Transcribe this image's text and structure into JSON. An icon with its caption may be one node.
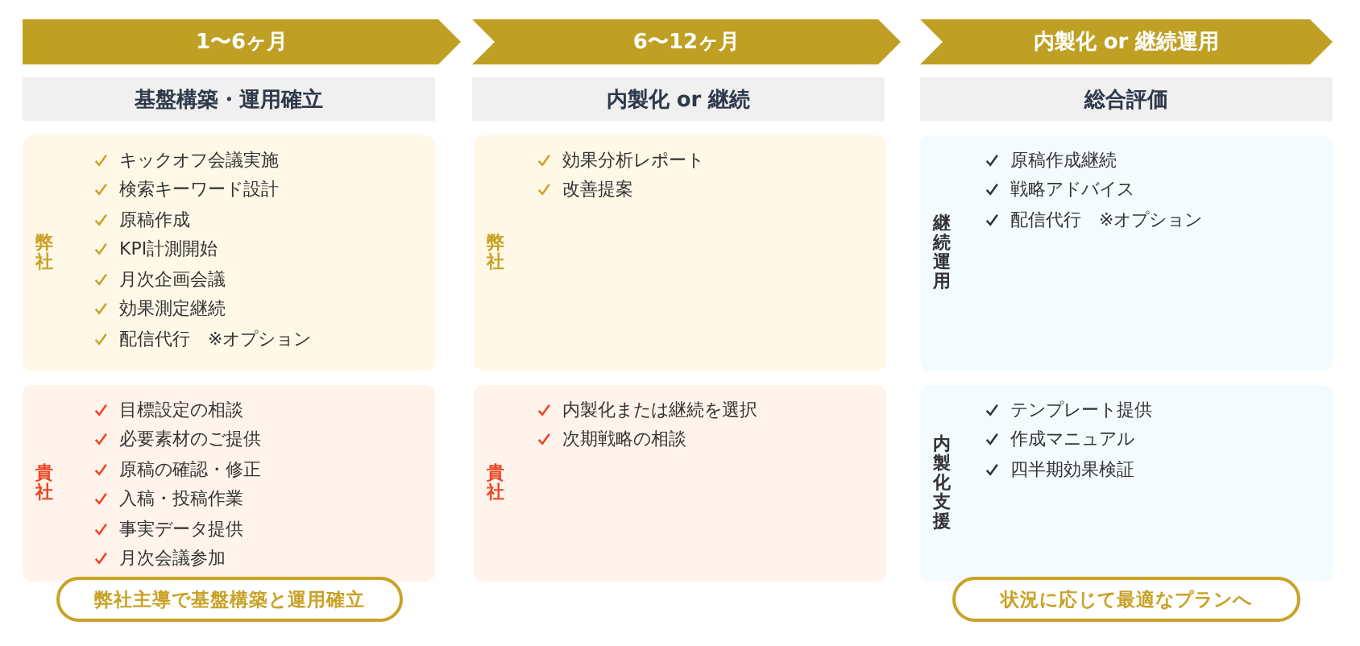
{
  "diagram": {
    "nodes": [
      {
        "text": [
          "1〜6ヶ月"
        ]
      },
      {
        "text": [
          "基盤構築・運用確立"
        ]
      },
      {
        "text": [
          "弊社",
          "キックオフ会議実施",
          "検索キーワード設計",
          "原稿作成",
          "KPI計測開始",
          "月次企画会議",
          "効果測定継続",
          "配信代行　※オプション"
        ]
      },
      {
        "text": [
          "貴社",
          "目標設定の相談",
          "必要素材のご提供",
          "原稿の確認・修正",
          "入稿・投稿作業",
          "事実データ提供",
          "月次会議参加"
        ]
      },
      {
        "text": [
          "弊社主導で基盤構築と運用確立"
        ]
      },
      {
        "text": [
          "6〜12ヶ月"
        ]
      },
      {
        "text": [
          "内製化 or 継続"
        ]
      },
      {
        "text": [
          "弊社",
          "効果分析レポート",
          "改善提案"
        ]
      },
      {
        "text": [
          "貴社",
          "内製化または継続を選択",
          "次期戦略の相談"
        ]
      },
      {
        "text": [
          "内製化 or 継続運用"
        ]
      },
      {
        "text": [
          "総合評価"
        ]
      },
      {
        "text": [
          "継続運用",
          "原稿作成継続",
          "戦略アドバイス",
          "配信代行　※オプション"
        ]
      },
      {
        "text": [
          "内製化支援",
          "テンプレート提供",
          "作成マニュアル",
          "四半期効果検証"
        ]
      },
      {
        "text": [
          "状況に応じて最適なプランへ"
        ]
      }
    ]
  }
}
